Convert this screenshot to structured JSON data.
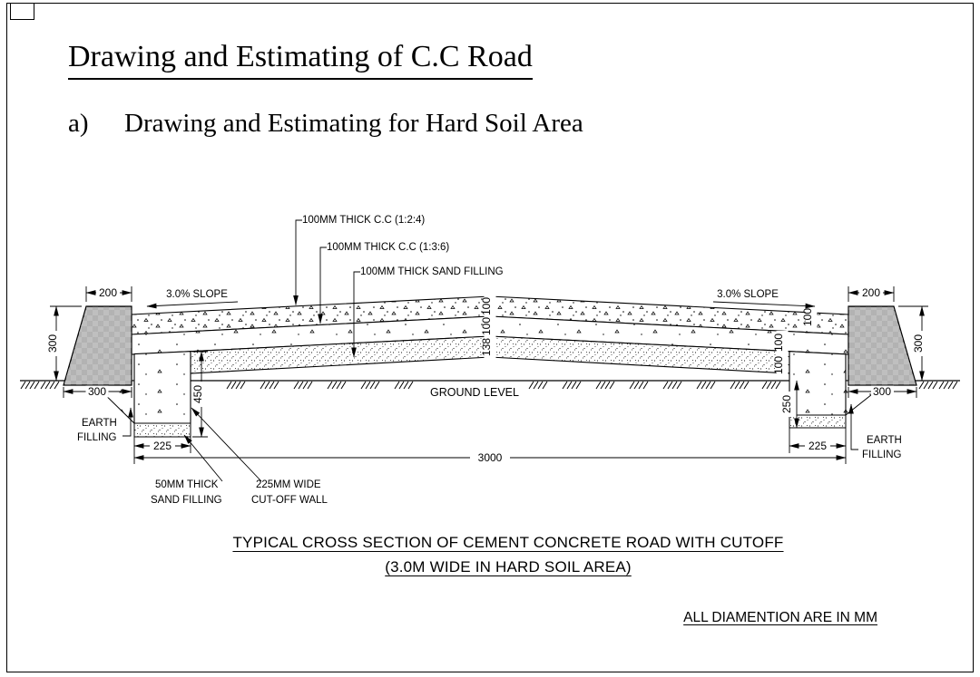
{
  "header": {
    "title": "Drawing and Estimating of C.C Road",
    "item_letter": "a)",
    "item_title": "Drawing and Estimating for Hard Soil Area"
  },
  "drawing": {
    "callouts": {
      "layer1": "100MM THICK C.C (1:2:4)",
      "layer2": "100MM THICK C.C (1:3:6)",
      "layer3": "100MM THICK SAND FILLING",
      "slope_left": "3.0% SLOPE",
      "slope_right": "3.0% SLOPE",
      "ground_level": "GROUND LEVEL",
      "earth_left_line1": "EARTH",
      "earth_left_line2": "FILLING",
      "earth_right_line1": "EARTH",
      "earth_right_line2": "FILLING",
      "sand_note_line1": "50MM THICK",
      "sand_note_line2": "SAND FILLING",
      "cutoff_note_line1": "225MM WIDE",
      "cutoff_note_line2": "CUT-OFF WALL"
    },
    "dims": {
      "top_left": "200",
      "top_right": "200",
      "height_left": "300",
      "height_right": "300",
      "base_left": "300",
      "base_right": "300",
      "cutoff_left_depth": "450",
      "cutoff_right_depth": "250",
      "cutoff_left_width": "225",
      "cutoff_right_width": "225",
      "road_width": "3000",
      "mid_t1": "100",
      "mid_t2": "100",
      "mid_t3": "138",
      "right_t1": "100",
      "right_t2": "100",
      "right_t3": "100"
    }
  },
  "footer": {
    "caption_line1": "TYPICAL CROSS SECTION OF CEMENT CONCRETE ROAD WITH CUTOFF",
    "caption_line2": "(3.0M WIDE IN HARD SOIL AREA)",
    "note": "ALL DIAMENTION ARE IN MM"
  }
}
